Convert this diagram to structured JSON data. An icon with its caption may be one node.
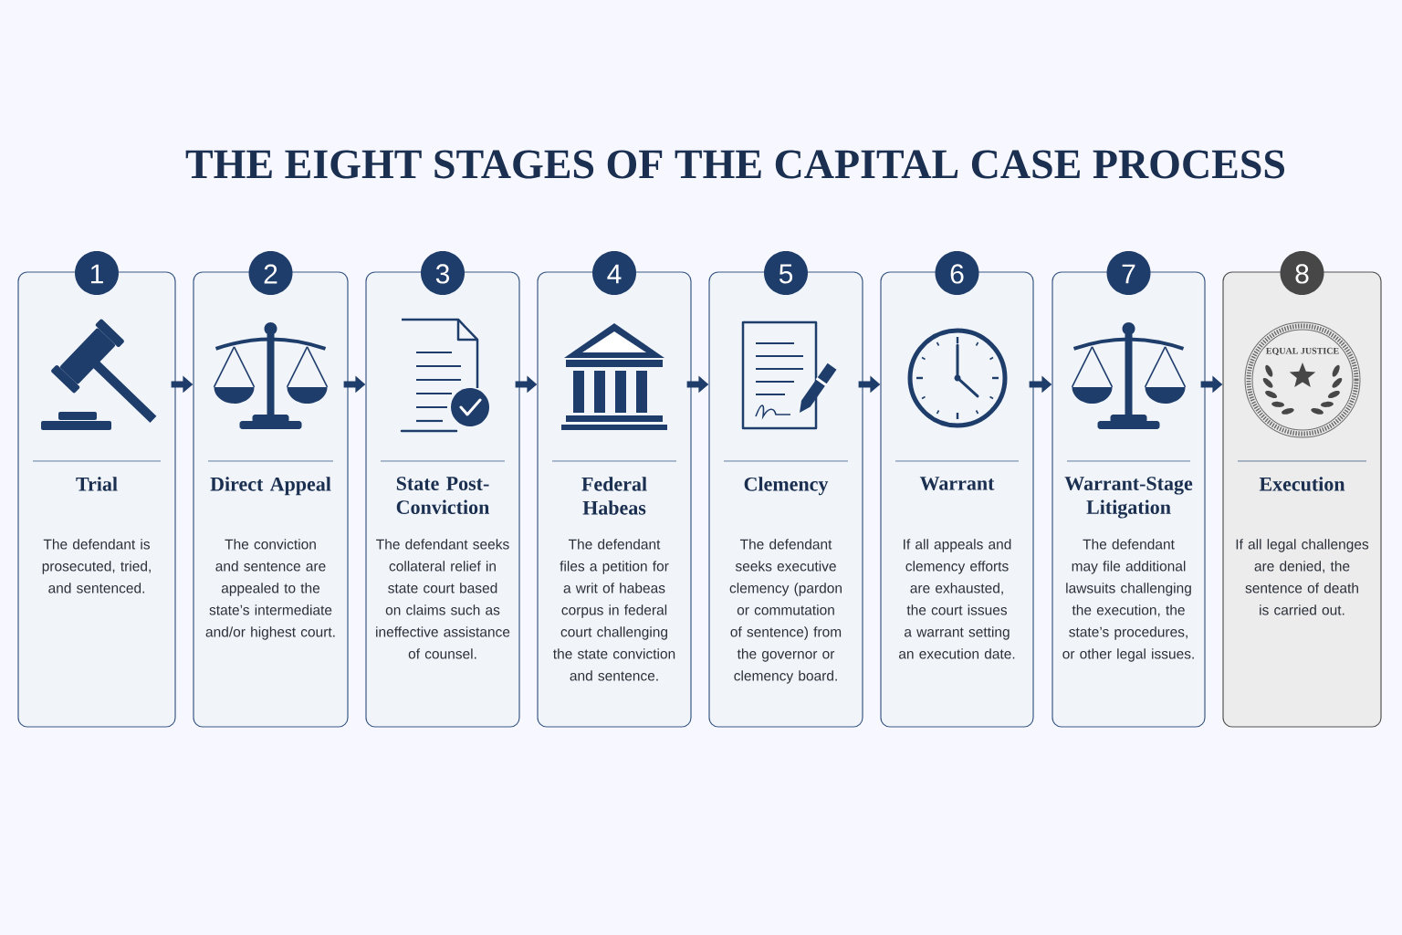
{
  "diagram": {
    "title": "THE EIGHT STAGES OF THE CAPITAL CASE PROCESS",
    "nodes": [
      {
        "text": [
          "1",
          "Trial",
          "The defendant is prosecuted, tried, and sentenced."
        ]
      },
      {
        "text": [
          "2",
          "Direct Appeal",
          "The conviction and sentence are appealed to the state’s intermediate and/or highest court."
        ]
      },
      {
        "text": [
          "3",
          "State Post-Conviction",
          "The defendant seeks collateral relief in state court based on claims such as ineffective assistance of counsel."
        ]
      },
      {
        "text": [
          "4",
          "Federal Habeas",
          "The defendant files a petition for a writ of habeas corpus in federal court challenging the state conviction and sentence."
        ]
      },
      {
        "text": [
          "5",
          "Clemency",
          "The defendant seeks executive clemency (pardon or commutation of sentence) from the governor or clemency board."
        ]
      },
      {
        "text": [
          "6",
          "Warrant",
          "If all appeals and clemency efforts are exhausted, the court issues a warrant setting an execution date."
        ]
      },
      {
        "text": [
          "7",
          "Warrant-Stage Litigation",
          "The defendant may file additional lawsuits challenging the execution, the state’s procedures, or other legal issues."
        ]
      },
      {
        "text": [
          "8",
          "Execution",
          "If all legal challenges are denied, the sentence of death is carried out."
        ]
      }
    ],
    "edges": [
      {
        "from": 0,
        "to": 1,
        "arrow": "to"
      },
      {
        "from": 1,
        "to": 2,
        "arrow": "to"
      },
      {
        "from": 2,
        "to": 3,
        "arrow": "to"
      },
      {
        "from": 3,
        "to": 4,
        "arrow": "to"
      },
      {
        "from": 4,
        "to": 5,
        "arrow": "to"
      },
      {
        "from": 5,
        "to": 6,
        "arrow": "to"
      },
      {
        "from": 6,
        "to": 7,
        "arrow": "to"
      }
    ],
    "labels": [
      "EQUAL JUSTICE"
    ]
  }
}
